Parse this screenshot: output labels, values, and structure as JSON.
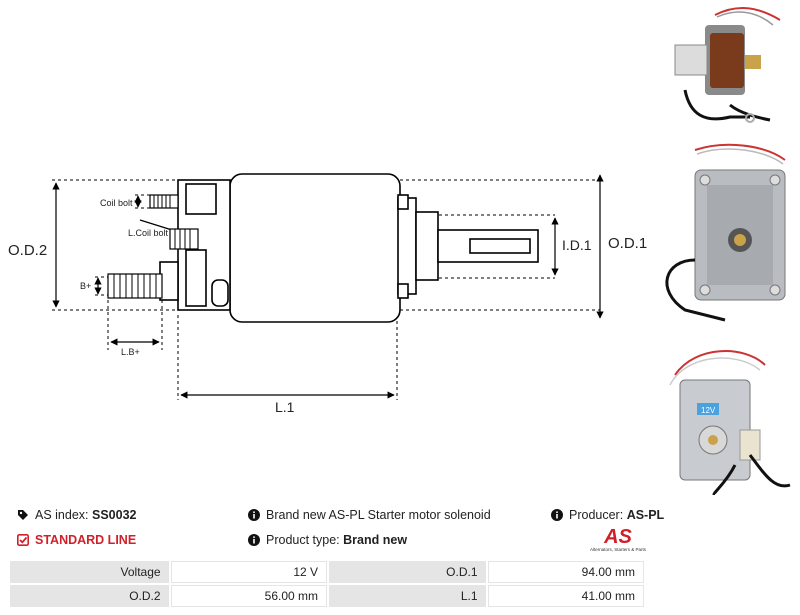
{
  "drawing": {
    "labels": {
      "od2": "O.D.2",
      "od1": "O.D.1",
      "id1": "I.D.1",
      "l1": "L.1",
      "coil_bolt": "Coil bolt",
      "l_coil_bolt": "L.Coil bolt",
      "b_plus": "B+",
      "l_b_plus": "L.B+"
    }
  },
  "photos": {
    "label_12v": "12V"
  },
  "info": {
    "as_index_label": "AS index:",
    "as_index_value": "SS0032",
    "line_label": "STANDARD LINE",
    "description": "Brand new AS-PL Starter motor solenoid",
    "product_type_label": "Product type:",
    "product_type_value": "Brand new",
    "producer_label": "Producer:",
    "producer_value": "AS-PL"
  },
  "logo": {
    "brand": "AS",
    "tagline": "Alternators, Starters & Parts"
  },
  "specs": {
    "rows": [
      {
        "label1": "Voltage",
        "value1": "12 V",
        "label2": "O.D.1",
        "value2": "94.00 mm"
      },
      {
        "label1": "O.D.2",
        "value1": "56.00 mm",
        "label2": "L.1",
        "value2": "41.00 mm"
      }
    ]
  },
  "colors": {
    "accent": "#d0202a",
    "cell_bg": "#e5e5e5"
  }
}
